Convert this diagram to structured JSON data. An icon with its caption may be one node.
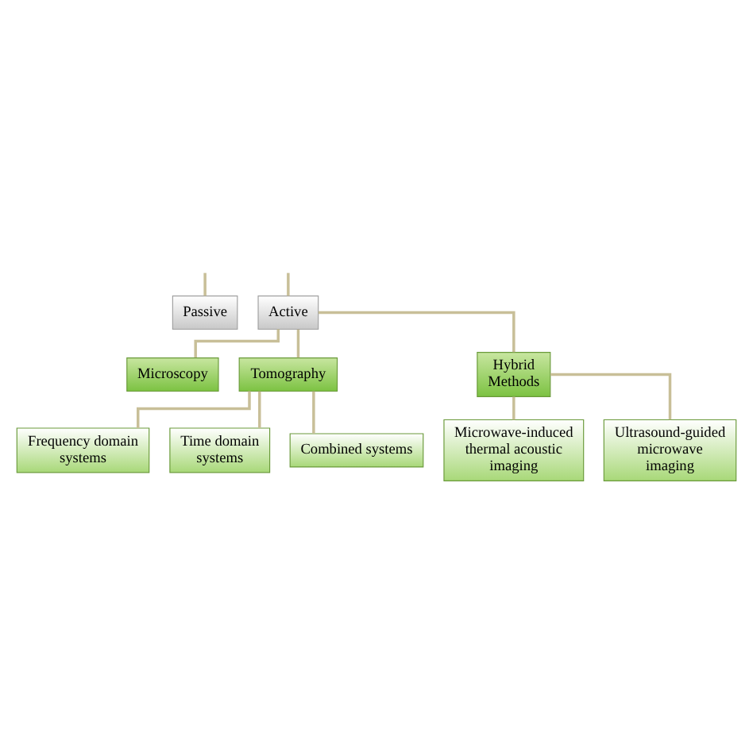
{
  "diagram": {
    "nodes": [
      {
        "text": [
          "Passive"
        ]
      },
      {
        "text": [
          "Active"
        ]
      },
      {
        "text": [
          "Microscopy"
        ]
      },
      {
        "text": [
          "Tomography"
        ]
      },
      {
        "text": [
          "Hybrid Methods"
        ]
      },
      {
        "text": [
          "Frequency domain systems"
        ]
      },
      {
        "text": [
          "Time domain systems"
        ]
      },
      {
        "text": [
          "Combined systems"
        ]
      },
      {
        "text": [
          "Microwave-induced thermal acoustic imaging"
        ]
      },
      {
        "text": [
          "Ultrasound-guided microwave imaging"
        ]
      }
    ],
    "edges": [
      {
        "from": null,
        "to": 0,
        "arrow": "none"
      },
      {
        "from": null,
        "to": 1,
        "arrow": "none"
      },
      {
        "from": 1,
        "to": 2,
        "arrow": "none"
      },
      {
        "from": 1,
        "to": 3,
        "arrow": "none"
      },
      {
        "from": 1,
        "to": 4,
        "arrow": "none"
      },
      {
        "from": 3,
        "to": 5,
        "arrow": "none"
      },
      {
        "from": 3,
        "to": 6,
        "arrow": "none"
      },
      {
        "from": 3,
        "to": 7,
        "arrow": "none"
      },
      {
        "from": 4,
        "to": 8,
        "arrow": "none"
      },
      {
        "from": 4,
        "to": 9,
        "arrow": "none"
      }
    ]
  }
}
